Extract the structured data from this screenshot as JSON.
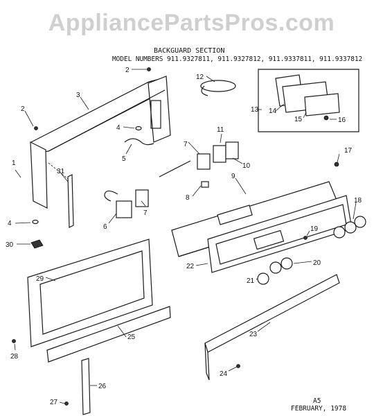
{
  "watermark": "AppliancePartsPros.com",
  "header": {
    "section_title": "BACKGUARD SECTION",
    "model_line": "MODEL NUMBERS 911.9327811, 911.9327812, 911.9337811, 911.9337812"
  },
  "footer": {
    "code": "A5",
    "date": "FEBRUARY, 1978"
  },
  "callouts": [
    "1",
    "2",
    "2",
    "3",
    "4",
    "4",
    "5",
    "6",
    "7",
    "7",
    "8",
    "9",
    "10",
    "11",
    "12",
    "13",
    "14",
    "15",
    "16",
    "17",
    "18",
    "19",
    "20",
    "21",
    "22",
    "23",
    "24",
    "25",
    "26",
    "27",
    "28",
    "29",
    "30",
    "31"
  ]
}
